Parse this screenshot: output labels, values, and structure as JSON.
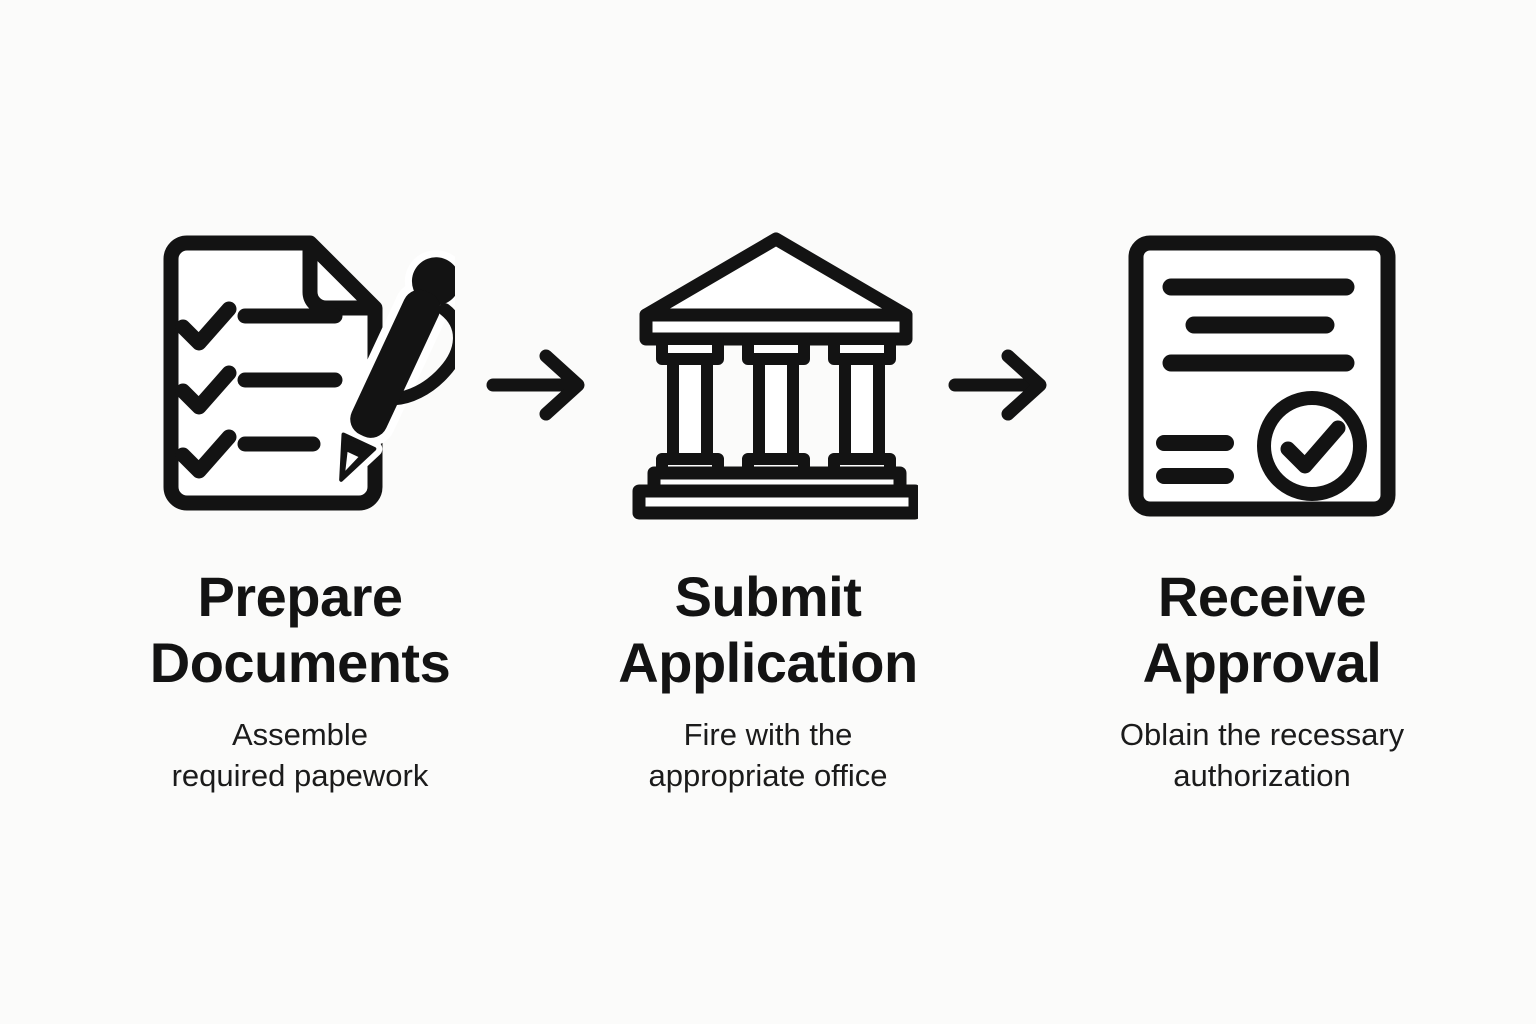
{
  "background_color": "#fbfbfa",
  "ink_color": "#131313",
  "diagram_title": "",
  "steps": [
    {
      "icon": "checklist-pen-icon",
      "title_line1": "Prepare",
      "title_line2": "Documents",
      "subtitle_line1": "Assemble",
      "subtitle_line2": "required papework"
    },
    {
      "icon": "bank-building-icon",
      "title_line1": "Submit",
      "title_line2": "Application",
      "subtitle_line1": "Fire with the",
      "subtitle_line2": "appropriate office"
    },
    {
      "icon": "approved-document-icon",
      "title_line1": "Receive",
      "title_line2": "Approval",
      "subtitle_line1": "Oblain the recessary",
      "subtitle_line2": "authorization"
    }
  ],
  "connectors": [
    {
      "icon": "right-arrow-icon",
      "glyph": "→"
    },
    {
      "icon": "right-arrow-icon",
      "glyph": "→"
    }
  ]
}
